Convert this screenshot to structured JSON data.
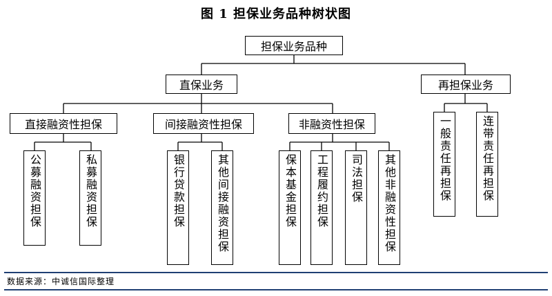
{
  "title": "图 1  担保业务品种树状图",
  "root": "担保业务品种",
  "level1": {
    "direct": "直保业务",
    "reguarantee": "再担保业务"
  },
  "level2": {
    "direct_financing": "直接融资性担保",
    "indirect_financing": "间接融资性担保",
    "non_financing": "非融资性担保"
  },
  "leaves": {
    "public_offering": "公募融资担保",
    "private_offering": "私募融资担保",
    "bank_loan": "银行贷款担保",
    "other_indirect": "其他间接融资担保",
    "preservation_fund": "保本基金担保",
    "engineering": "工程履约担保",
    "judicial": "司法担保",
    "other_non_financing": "其他非融资性担保",
    "general_liability": "一般责任再担保",
    "joint_liability": "连带责任再担保"
  },
  "source": "数据来源：中诚信国际整理",
  "colors": {
    "rule": "#1f3f73",
    "border": "#000000"
  }
}
